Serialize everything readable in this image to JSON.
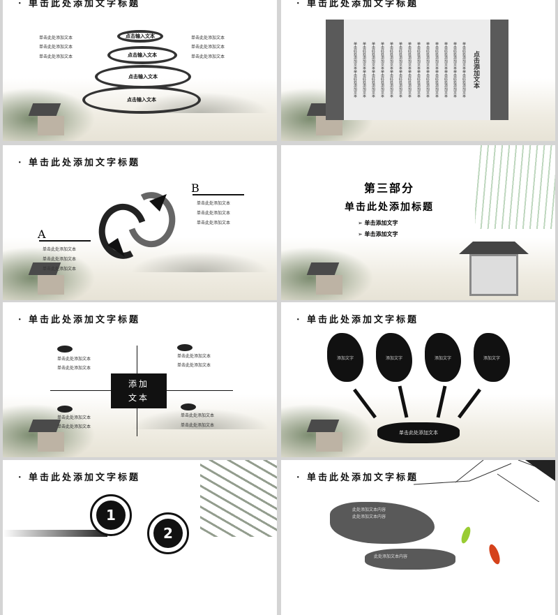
{
  "slide_title": "· 单击此处添加文字标题",
  "s1": {
    "side_text": [
      "单击此处添加文本",
      "单击此处添加文本",
      "单击此处添加文本"
    ],
    "rings": [
      "点击输入文本",
      "点击输入文本",
      "点击输入文本",
      "点击输入文本"
    ]
  },
  "s2": {
    "column_text": "单击此处添加文本单击此处添加文本",
    "heading": "点击添加文本"
  },
  "s3": {
    "label_a": "A",
    "label_b": "B",
    "text": [
      "单击此处添加文本",
      "单击此处添加文本",
      "单击此处添加文本"
    ]
  },
  "s4": {
    "section": "第三部分",
    "heading": "单击此处添加标题",
    "bullets": [
      "单击添加文字",
      "单击添加文字"
    ]
  },
  "s5": {
    "center": [
      "添加",
      "文本"
    ],
    "text": "单击此处添加文本"
  },
  "s6": {
    "blob_text": "添加文字",
    "bottom_text": "单击此处添加文本"
  },
  "s7": {
    "numbers": [
      "1",
      "2"
    ]
  },
  "s8": {
    "text": "此处添加文本内容"
  }
}
